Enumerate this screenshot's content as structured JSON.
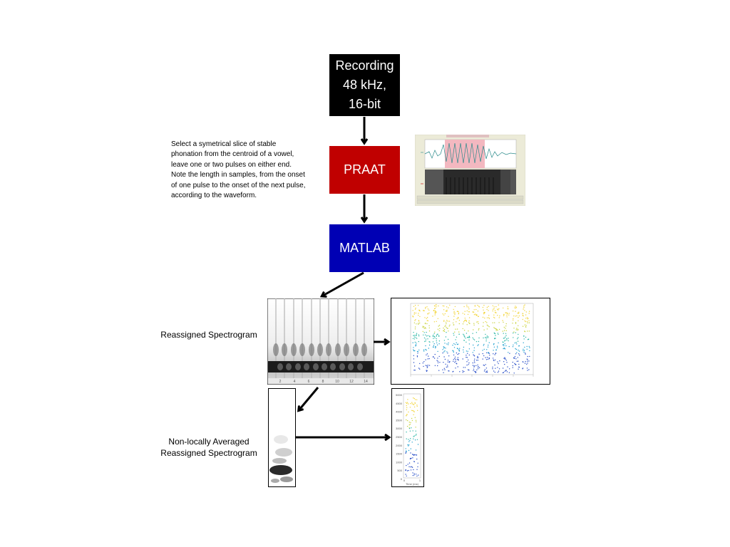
{
  "steps": {
    "recording": {
      "line1": "Recording",
      "line2": "48 kHz,",
      "line3": "16-bit",
      "color": "#000000"
    },
    "praat": {
      "label": "PRAAT",
      "color": "#c00000"
    },
    "matlab": {
      "label": "MATLAB",
      "color": "#0000b4"
    }
  },
  "praat_note": "Select a symetrical slice of stable phonation from the centroid of a vowel, leave one or two pulses on either end. Note the length in samples, from the onset of one pulse to the onset of the next pulse, according to the waveform.",
  "outputs": {
    "reassigned": {
      "label": "Reassigned Spectrogram",
      "x_ticks": [
        "2",
        "4",
        "6",
        "8",
        "10",
        "12",
        "14"
      ]
    },
    "nonlocal": {
      "label_line1": "Non-locally Averaged",
      "label_line2": "Reassigned Spectrogram"
    }
  },
  "plot_small": {
    "y_ticks": [
      "5000",
      "4500",
      "4000",
      "3500",
      "3000",
      "2500",
      "2000",
      "1500",
      "1000",
      "500",
      "0"
    ],
    "x_ticks": [
      "0",
      "1"
    ],
    "xlabel": "Time (ms)"
  }
}
